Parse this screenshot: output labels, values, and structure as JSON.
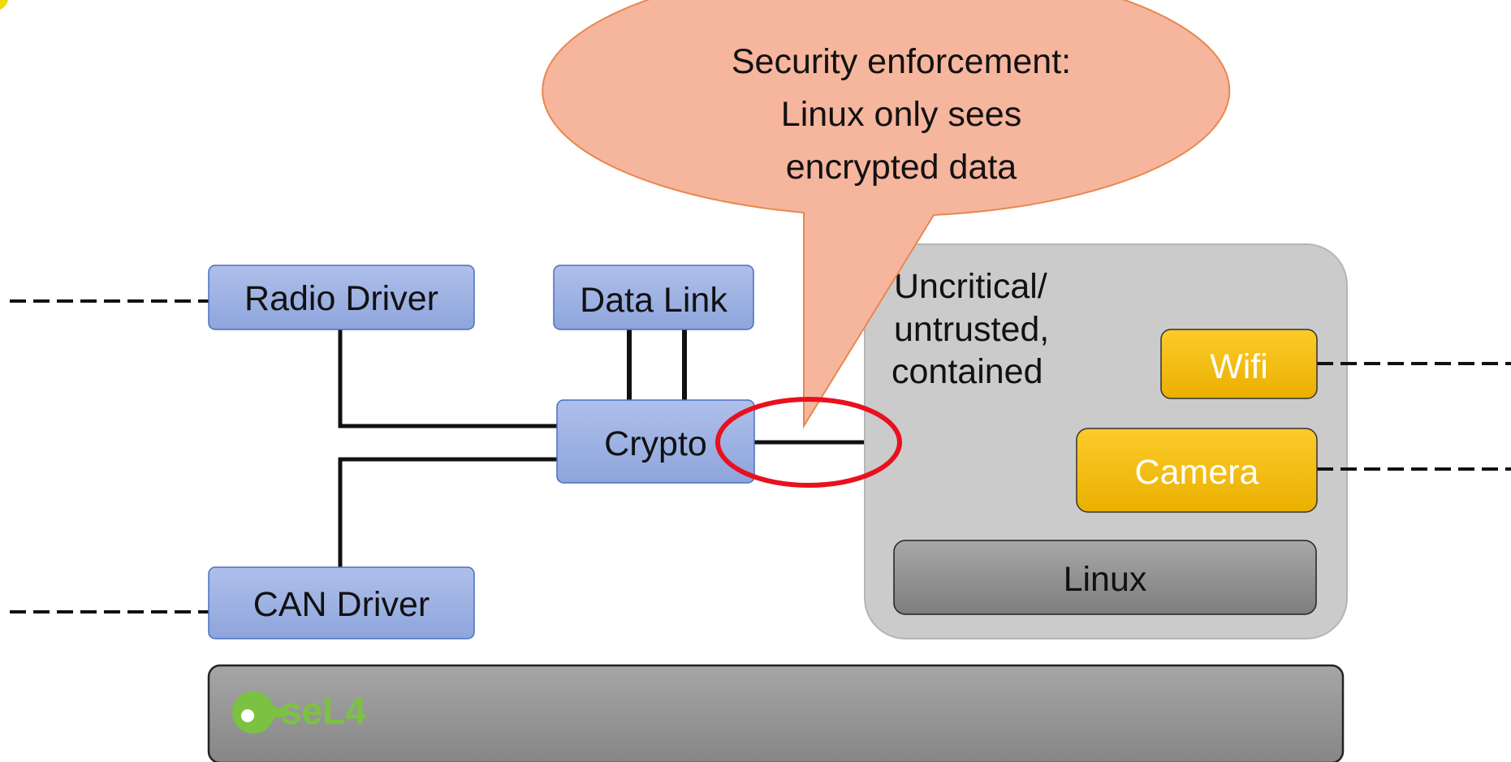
{
  "callout": {
    "line1": "Security enforcement:",
    "line2": "Linux only sees",
    "line3": "encrypted data"
  },
  "components": {
    "radio_driver": "Radio Driver",
    "data_link": "Data Link",
    "crypto": "Crypto",
    "can_driver": "CAN Driver",
    "wifi": "Wifi",
    "camera": "Camera",
    "linux": "Linux"
  },
  "container": {
    "line1": "Uncritical/",
    "line2": "untrusted,",
    "line3": "contained"
  },
  "kernel": {
    "logo_text": "seL4"
  },
  "colors": {
    "component_blue": "#9db1e3",
    "component_border": "#4a6fc0",
    "device_yellow": "#f4bd10",
    "container_gray": "#cccccc",
    "linux_gray": "#8f8f8f",
    "kernel_gray": "#9a9a9a",
    "callout_fill": "#f6b59d",
    "callout_border": "#e8884e",
    "highlight_red": "#e8111d",
    "logo_green": "#7cc242"
  }
}
